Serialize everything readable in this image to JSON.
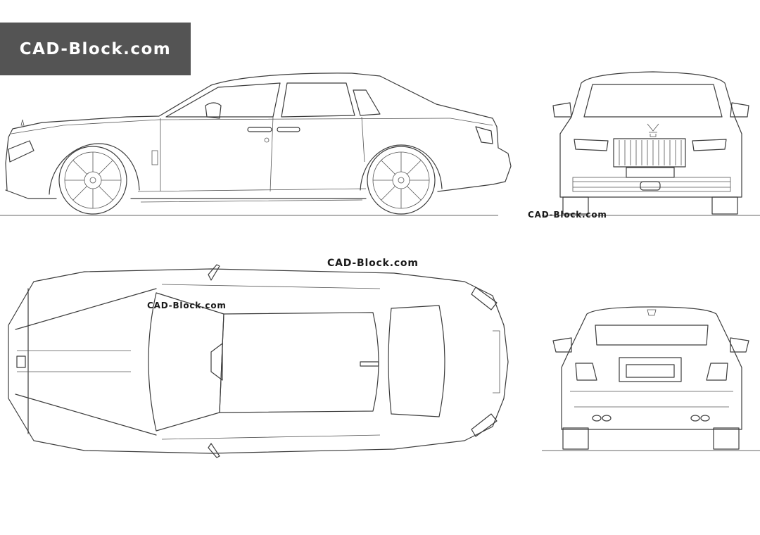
{
  "logo": {
    "text": "CAD-Block.com"
  },
  "watermarks": {
    "front_view": "CAD-Block.com",
    "top_view_main": "CAD-Block.com",
    "top_view_small": "CAD-Block.com"
  },
  "views": [
    "side",
    "front",
    "top",
    "rear"
  ],
  "colors": {
    "logo_bg": "#545454",
    "logo_text": "#ffffff",
    "line": "#3c3c3c",
    "background": "#ffffff"
  }
}
